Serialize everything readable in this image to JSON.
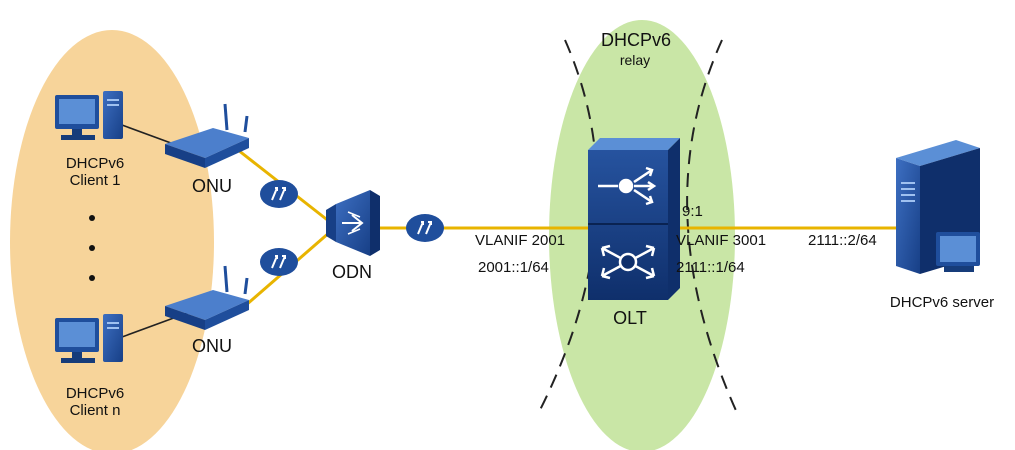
{
  "labels": {
    "client1": [
      "DHCPv6",
      "Client 1"
    ],
    "clientn": [
      "DHCPv6",
      "Client n"
    ],
    "onu_top": "ONU",
    "onu_bottom": "ONU",
    "odn": "ODN",
    "relay_title": "DHCPv6",
    "relay_sub": "relay",
    "olt": "OLT",
    "port": "9:1",
    "vlanif_left": "VLANIF 2001",
    "ip_left": "2001::1/64",
    "vlanif_right": "VLANIF 3001",
    "ip_right": "2111::1/64",
    "server_ip": "2111::2/64",
    "server": "DHCPv6 server"
  },
  "colors": {
    "client_zone": "#f7d49a",
    "relay_zone": "#c9e6a6",
    "link": "#e8b400",
    "device_blue": "#1f4e9c"
  },
  "icons": [
    "pc-icon",
    "onu-icon",
    "splitter-icon",
    "olt-icon",
    "server-icon",
    "optical-connector-icon"
  ]
}
